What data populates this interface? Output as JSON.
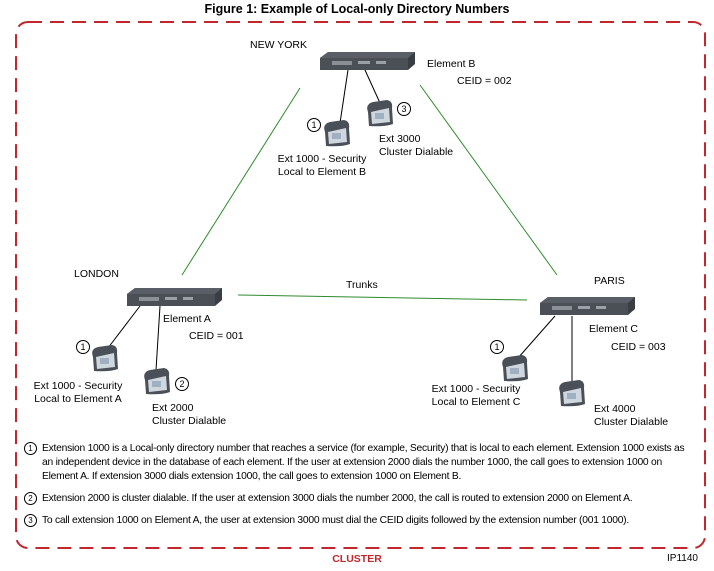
{
  "title": "Figure 1: Example of Local-only Directory Numbers",
  "colors": {
    "cluster_border": "#c1272d",
    "trunk_line": "#2e8b2e"
  },
  "sites": {
    "new_york": {
      "label": "NEW YORK",
      "element": "Element B",
      "ceid": "CEID = 002",
      "phone1": {
        "marker": "1",
        "line1": "Ext 1000 - Security",
        "line2": "Local to Element B"
      },
      "phone2": {
        "marker": "3",
        "line1": "Ext 3000",
        "line2": "Cluster Dialable"
      }
    },
    "london": {
      "label": "LONDON",
      "element": "Element A",
      "ceid": "CEID = 001",
      "phone1": {
        "marker": "1",
        "line1": "Ext 1000 - Security",
        "line2": "Local to Element A"
      },
      "phone2": {
        "marker": "2",
        "line1": "Ext 2000",
        "line2": "Cluster Dialable"
      }
    },
    "paris": {
      "label": "PARIS",
      "element": "Element C",
      "ceid": "CEID = 003",
      "phone1": {
        "marker": "1",
        "line1": "Ext 1000 - Security",
        "line2": "Local to Element C"
      },
      "phone2": {
        "line1": "Ext 4000",
        "line2": "Cluster Dialable"
      }
    }
  },
  "trunks_label": "Trunks",
  "notes": [
    {
      "marker": "1",
      "text": "Extension 1000 is a Local-only directory number that reaches a service (for example, Security) that is local to each element. Extension 1000 exists as an independent device in the database of each element.  If the user at extension 2000 dials the number 1000, the call goes to extension 1000 on Element A. If extension 3000 dials extension 1000, the call goes to extension 1000 on Element B."
    },
    {
      "marker": "2",
      "text": "Extension 2000 is cluster dialable. If the user at extension 3000 dials the number 2000, the call is routed to extension 2000 on Element A."
    },
    {
      "marker": "3",
      "text": "To call extension 1000 on Element A, the user at extension 3000 must dial the CEID digits followed by the extension number (001 1000)."
    }
  ],
  "cluster_label": "CLUSTER",
  "figure_id": "IP1140"
}
